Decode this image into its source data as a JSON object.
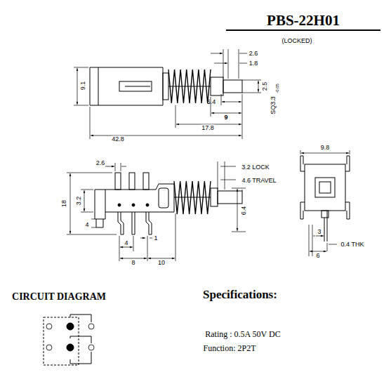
{
  "diagram": {
    "title": "PBS-22H01",
    "labels": [
      "(LOCKED)",
      "2.6",
      "1.8",
      "9.1",
      "5.4",
      "2.5",
      "SQ3.3",
      "-0.05",
      "9",
      "17.8",
      "42.8",
      "2.6",
      "3.2 LOCK",
      "4.6 TRAVEL",
      "18",
      "3.2",
      "6.4",
      "4",
      "4",
      "1",
      "8",
      "10",
      "9.8",
      "3",
      "0.4 THK",
      "6",
      "CIRCUIT DIAGRAM",
      "Specifications:",
      "Rating : 0.5A 50V DC",
      "Function: 2P2T"
    ]
  }
}
